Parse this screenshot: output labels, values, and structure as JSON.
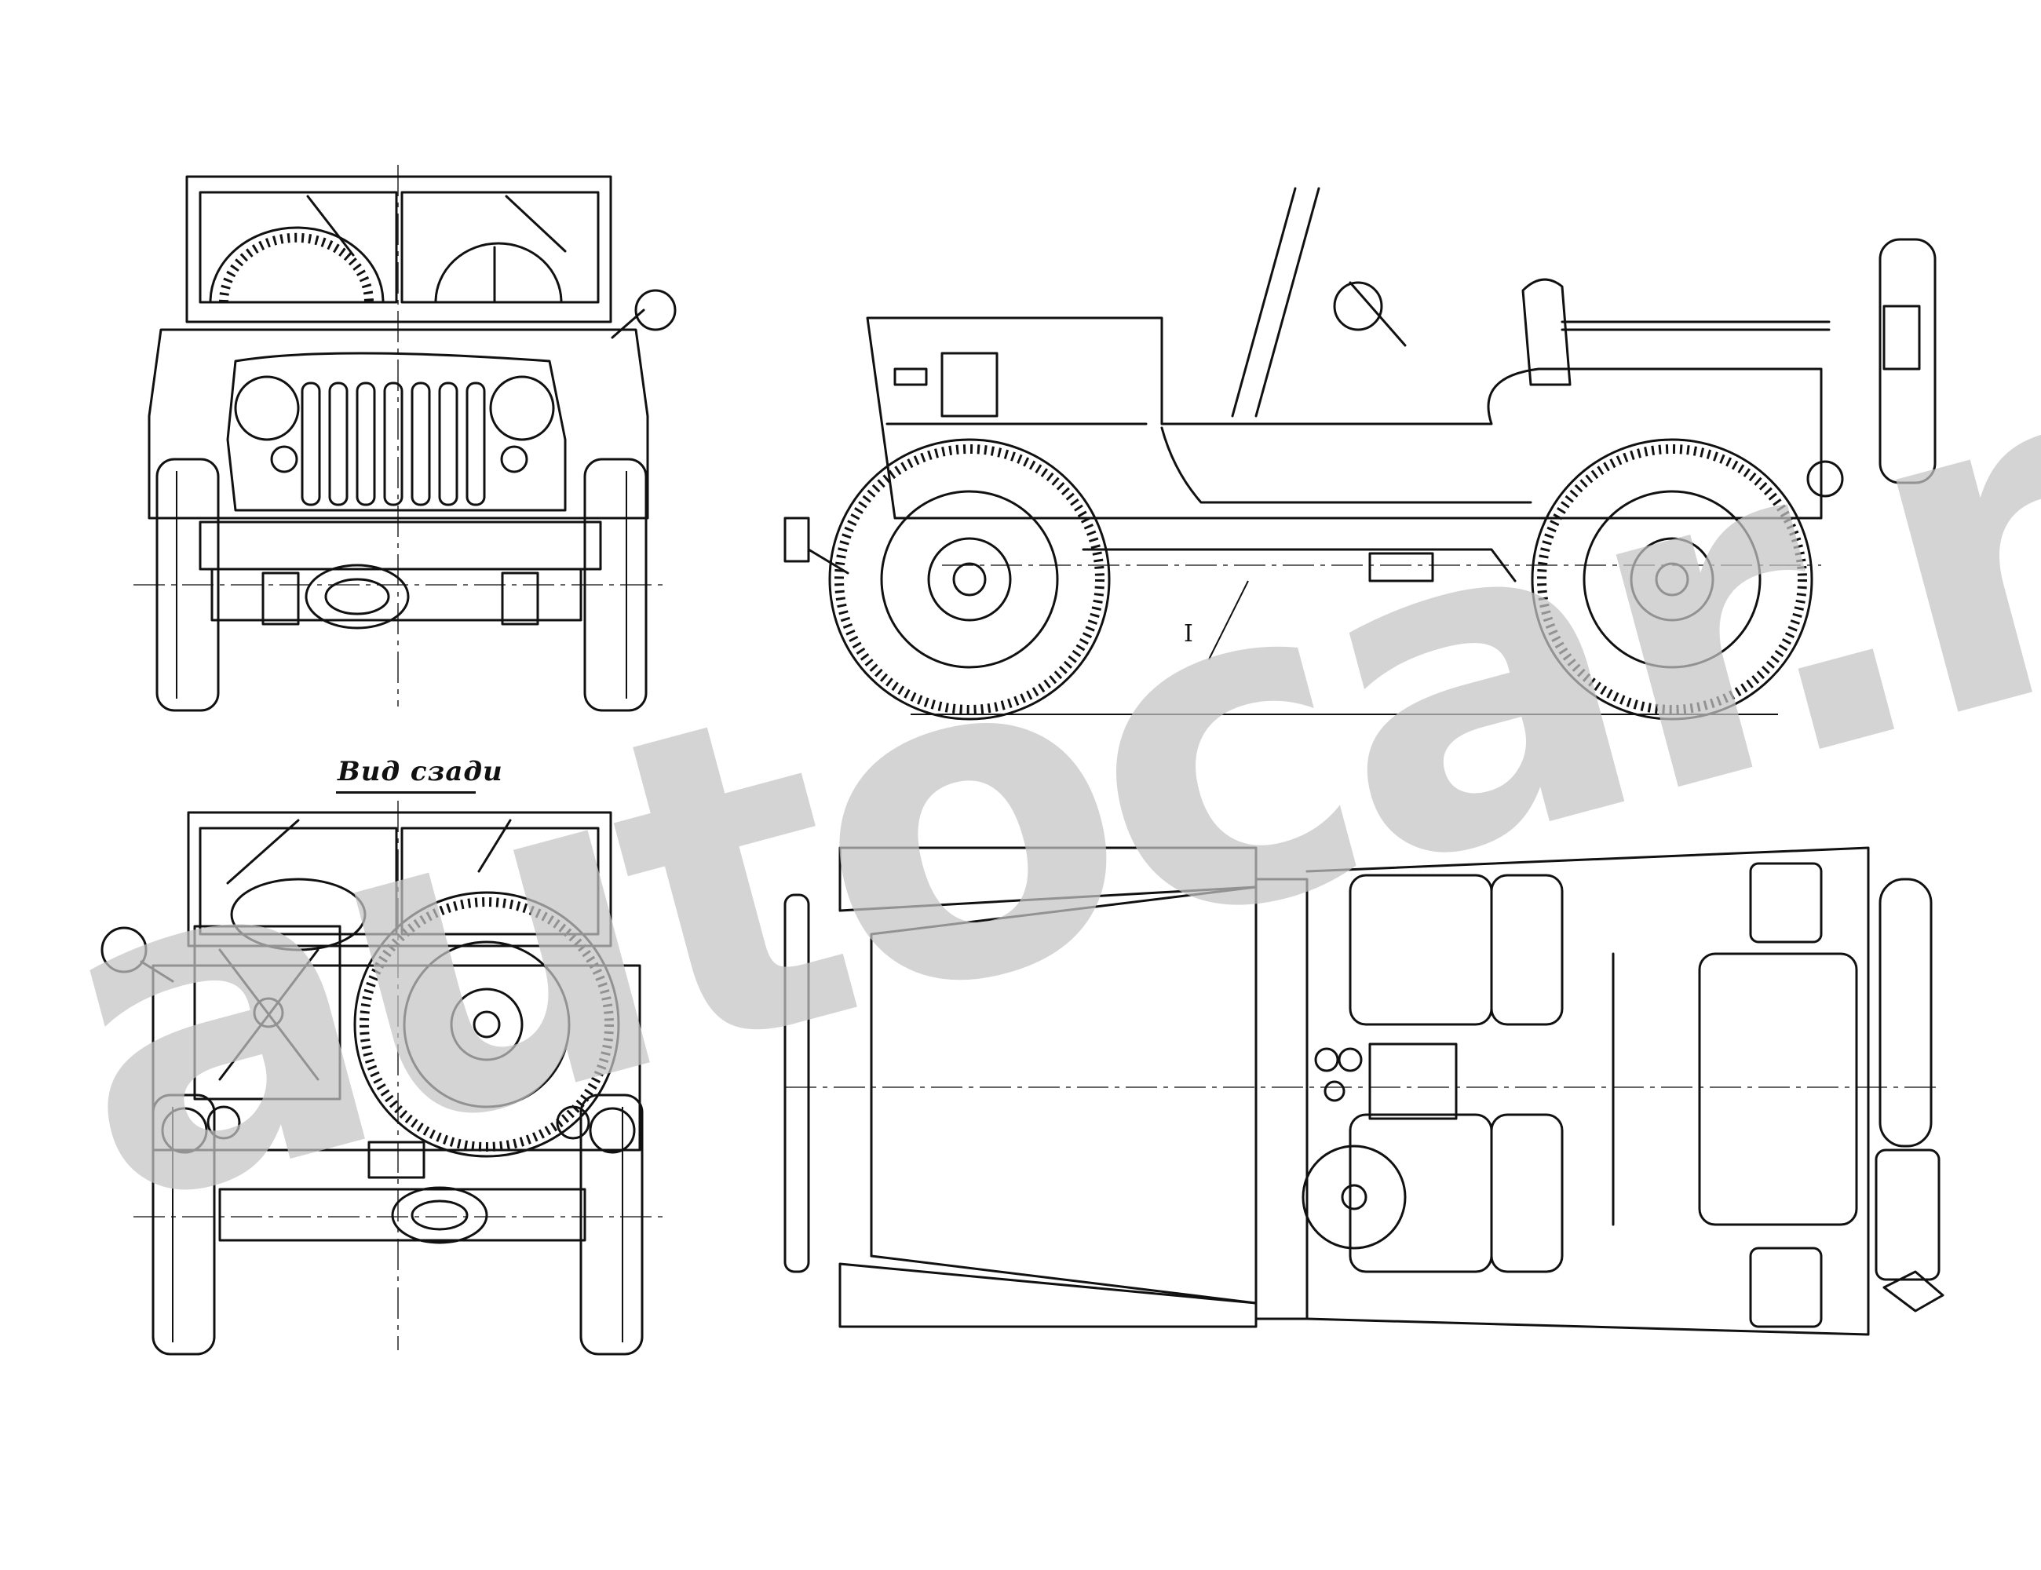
{
  "captions": {
    "rear_view": "Вид сзади",
    "section_mark": "I"
  },
  "watermark": {
    "text": "autocar.ru"
  },
  "colors": {
    "line": "#111111",
    "watermark": "#c4c4c4",
    "background": "#ffffff"
  }
}
